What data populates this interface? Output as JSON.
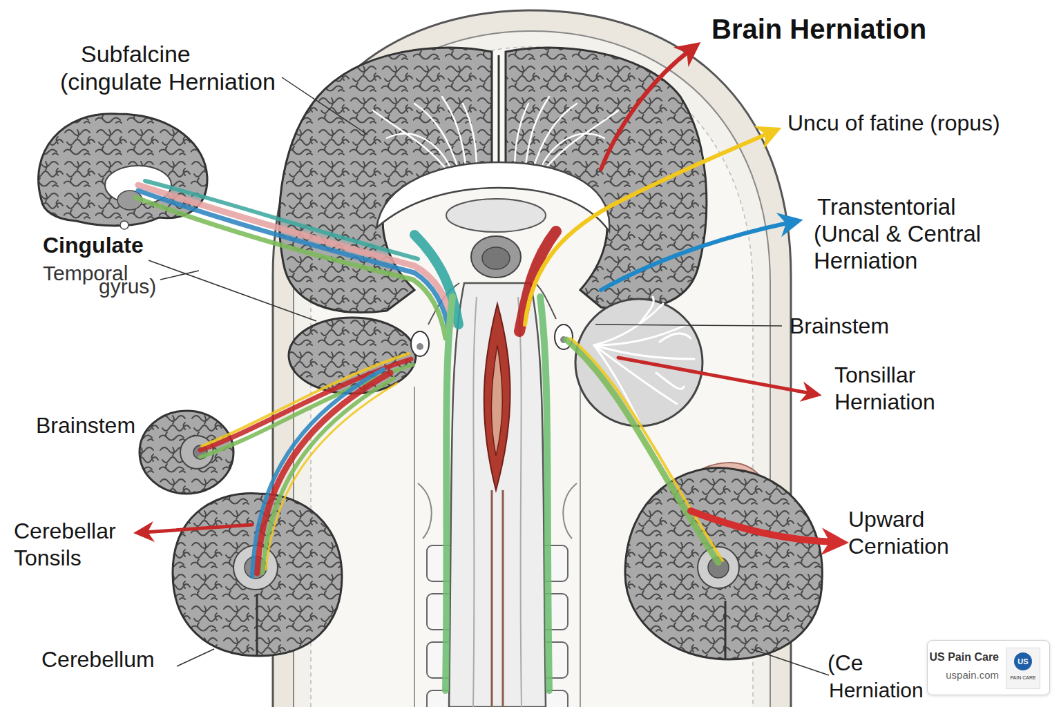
{
  "diagram": {
    "title": "Brain Herniation",
    "nodes": [
      {
        "text": [
          "US Pain Care",
          "uspain.com"
        ]
      },
      {
        "text": [
          "US",
          "PAIN CARE"
        ],
        "in": 0
      }
    ],
    "labels": [
      "Subfalcine (cingulate Herniation",
      "Uncu of fatine (ropus)",
      "Transtentorial (Uncal & Central Herniation",
      "Cingulate",
      "Temporal",
      "gyrus)",
      "Brainstem",
      "Tonsillar Herniation",
      "Brainstem",
      "Upward Cerniation",
      "Cerebellar Tonsils",
      "Cerebellum",
      "(Ce",
      "Herniation"
    ]
  }
}
